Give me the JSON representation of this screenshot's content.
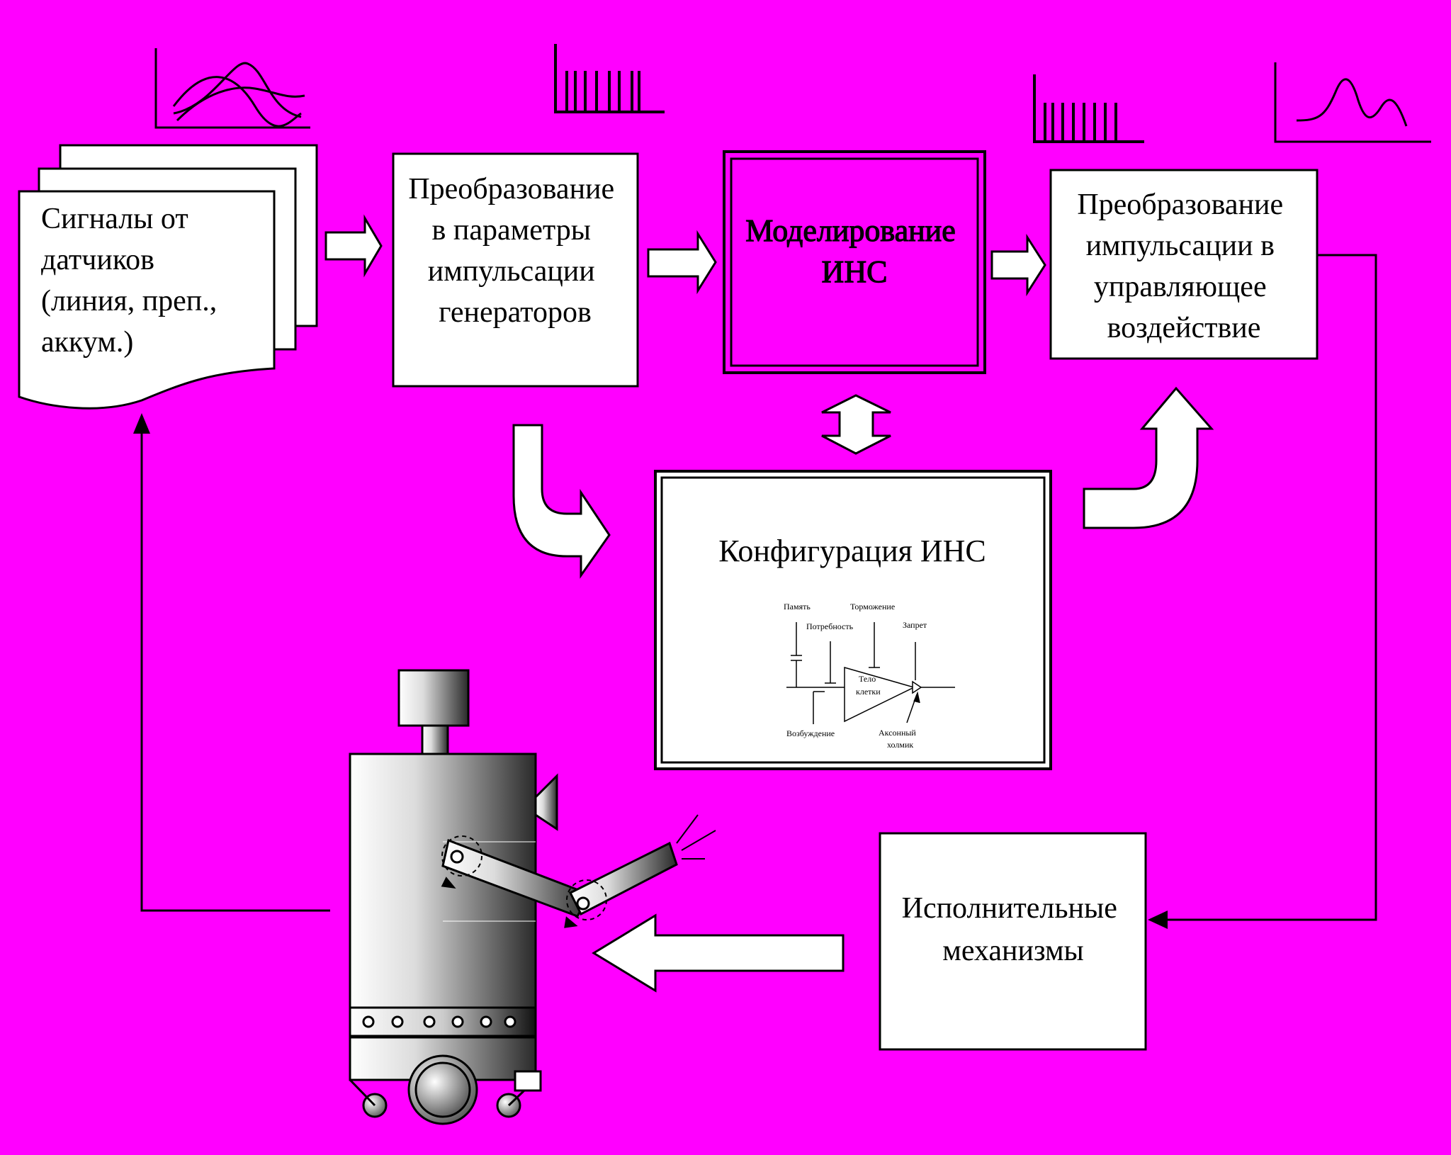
{
  "boxes": {
    "sensors": {
      "lines": [
        "Сигналы от",
        "датчиков",
        "(линия, преп.,",
        "аккум.)"
      ]
    },
    "pulse_params": {
      "lines": [
        "Преобразование",
        "в параметры",
        "импульсации",
        "генераторов"
      ]
    },
    "modeling": {
      "lines": [
        "Моделирование",
        "ИНС"
      ]
    },
    "pulse_control": {
      "lines": [
        "Преобразование",
        "импульсации в",
        "управляющее",
        "воздействие"
      ]
    },
    "configuration": {
      "title": "Конфигурация ИНС"
    },
    "actuators": {
      "lines": [
        "Исполнительные",
        "механизмы"
      ]
    }
  },
  "neuron": {
    "memory": "Память",
    "inhibition": "Торможение",
    "need": "Потребность",
    "ban": "Запрет",
    "cell_body": [
      "Тело",
      "клетки"
    ],
    "excitation": "Возбуждение",
    "axon_hillock": [
      "Аксонный",
      "холмик"
    ]
  },
  "colors": {
    "background": "#ff00ff",
    "box_fill": "#ffffff",
    "stroke": "#000000"
  }
}
